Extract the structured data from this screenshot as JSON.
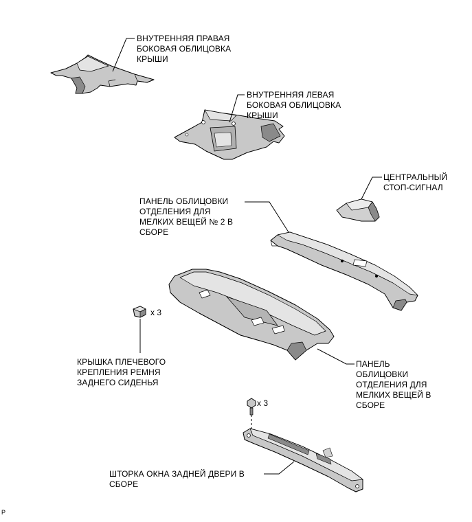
{
  "labels": {
    "right_roof_trim": "ВНУТРЕННЯЯ ПРАВАЯ\nБОКОВАЯ ОБЛИЦОВКА\nКРЫШИ",
    "left_roof_trim": "ВНУТРЕННЯЯ ЛЕВАЯ\nБОКОВАЯ ОБЛИЦОВКА\nКРЫШИ",
    "center_stop_lamp": "ЦЕНТРАЛЬНЫЙ\nСТОП-СИГНАЛ",
    "package_tray_trim_no2": "ПАНЕЛЬ ОБЛИЦОВКИ\nОТДЕЛЕНИЯ ДЛЯ\nМЕЛКИХ ВЕЩЕЙ № 2 В\nСБОРЕ",
    "seat_belt_anchor_cover": "КРЫШКА ПЛЕЧЕВОГО\nКРЕПЛЕНИЯ РЕМНЯ\nЗАДНЕГО СИДЕНЬЯ",
    "package_tray_trim": "ПАНЕЛЬ\nОБЛИЦОВКИ\nОТДЕЛЕНИЯ ДЛЯ\nМЕЛКИХ ВЕЩЕЙ В\nСБОРЕ",
    "back_door_shade": "ШТОРКА ОКНА ЗАДНЕЙ ДВЕРИ В\nСБОРЕ"
  },
  "quantities": {
    "cover_qty": "x 3",
    "bolt_qty": "x 3"
  },
  "corner_mark": "P",
  "colors": {
    "line": "#000000",
    "part_fill": "#c8c8c8",
    "part_light": "#e4e4e4",
    "part_dark": "#8a8a8a"
  }
}
